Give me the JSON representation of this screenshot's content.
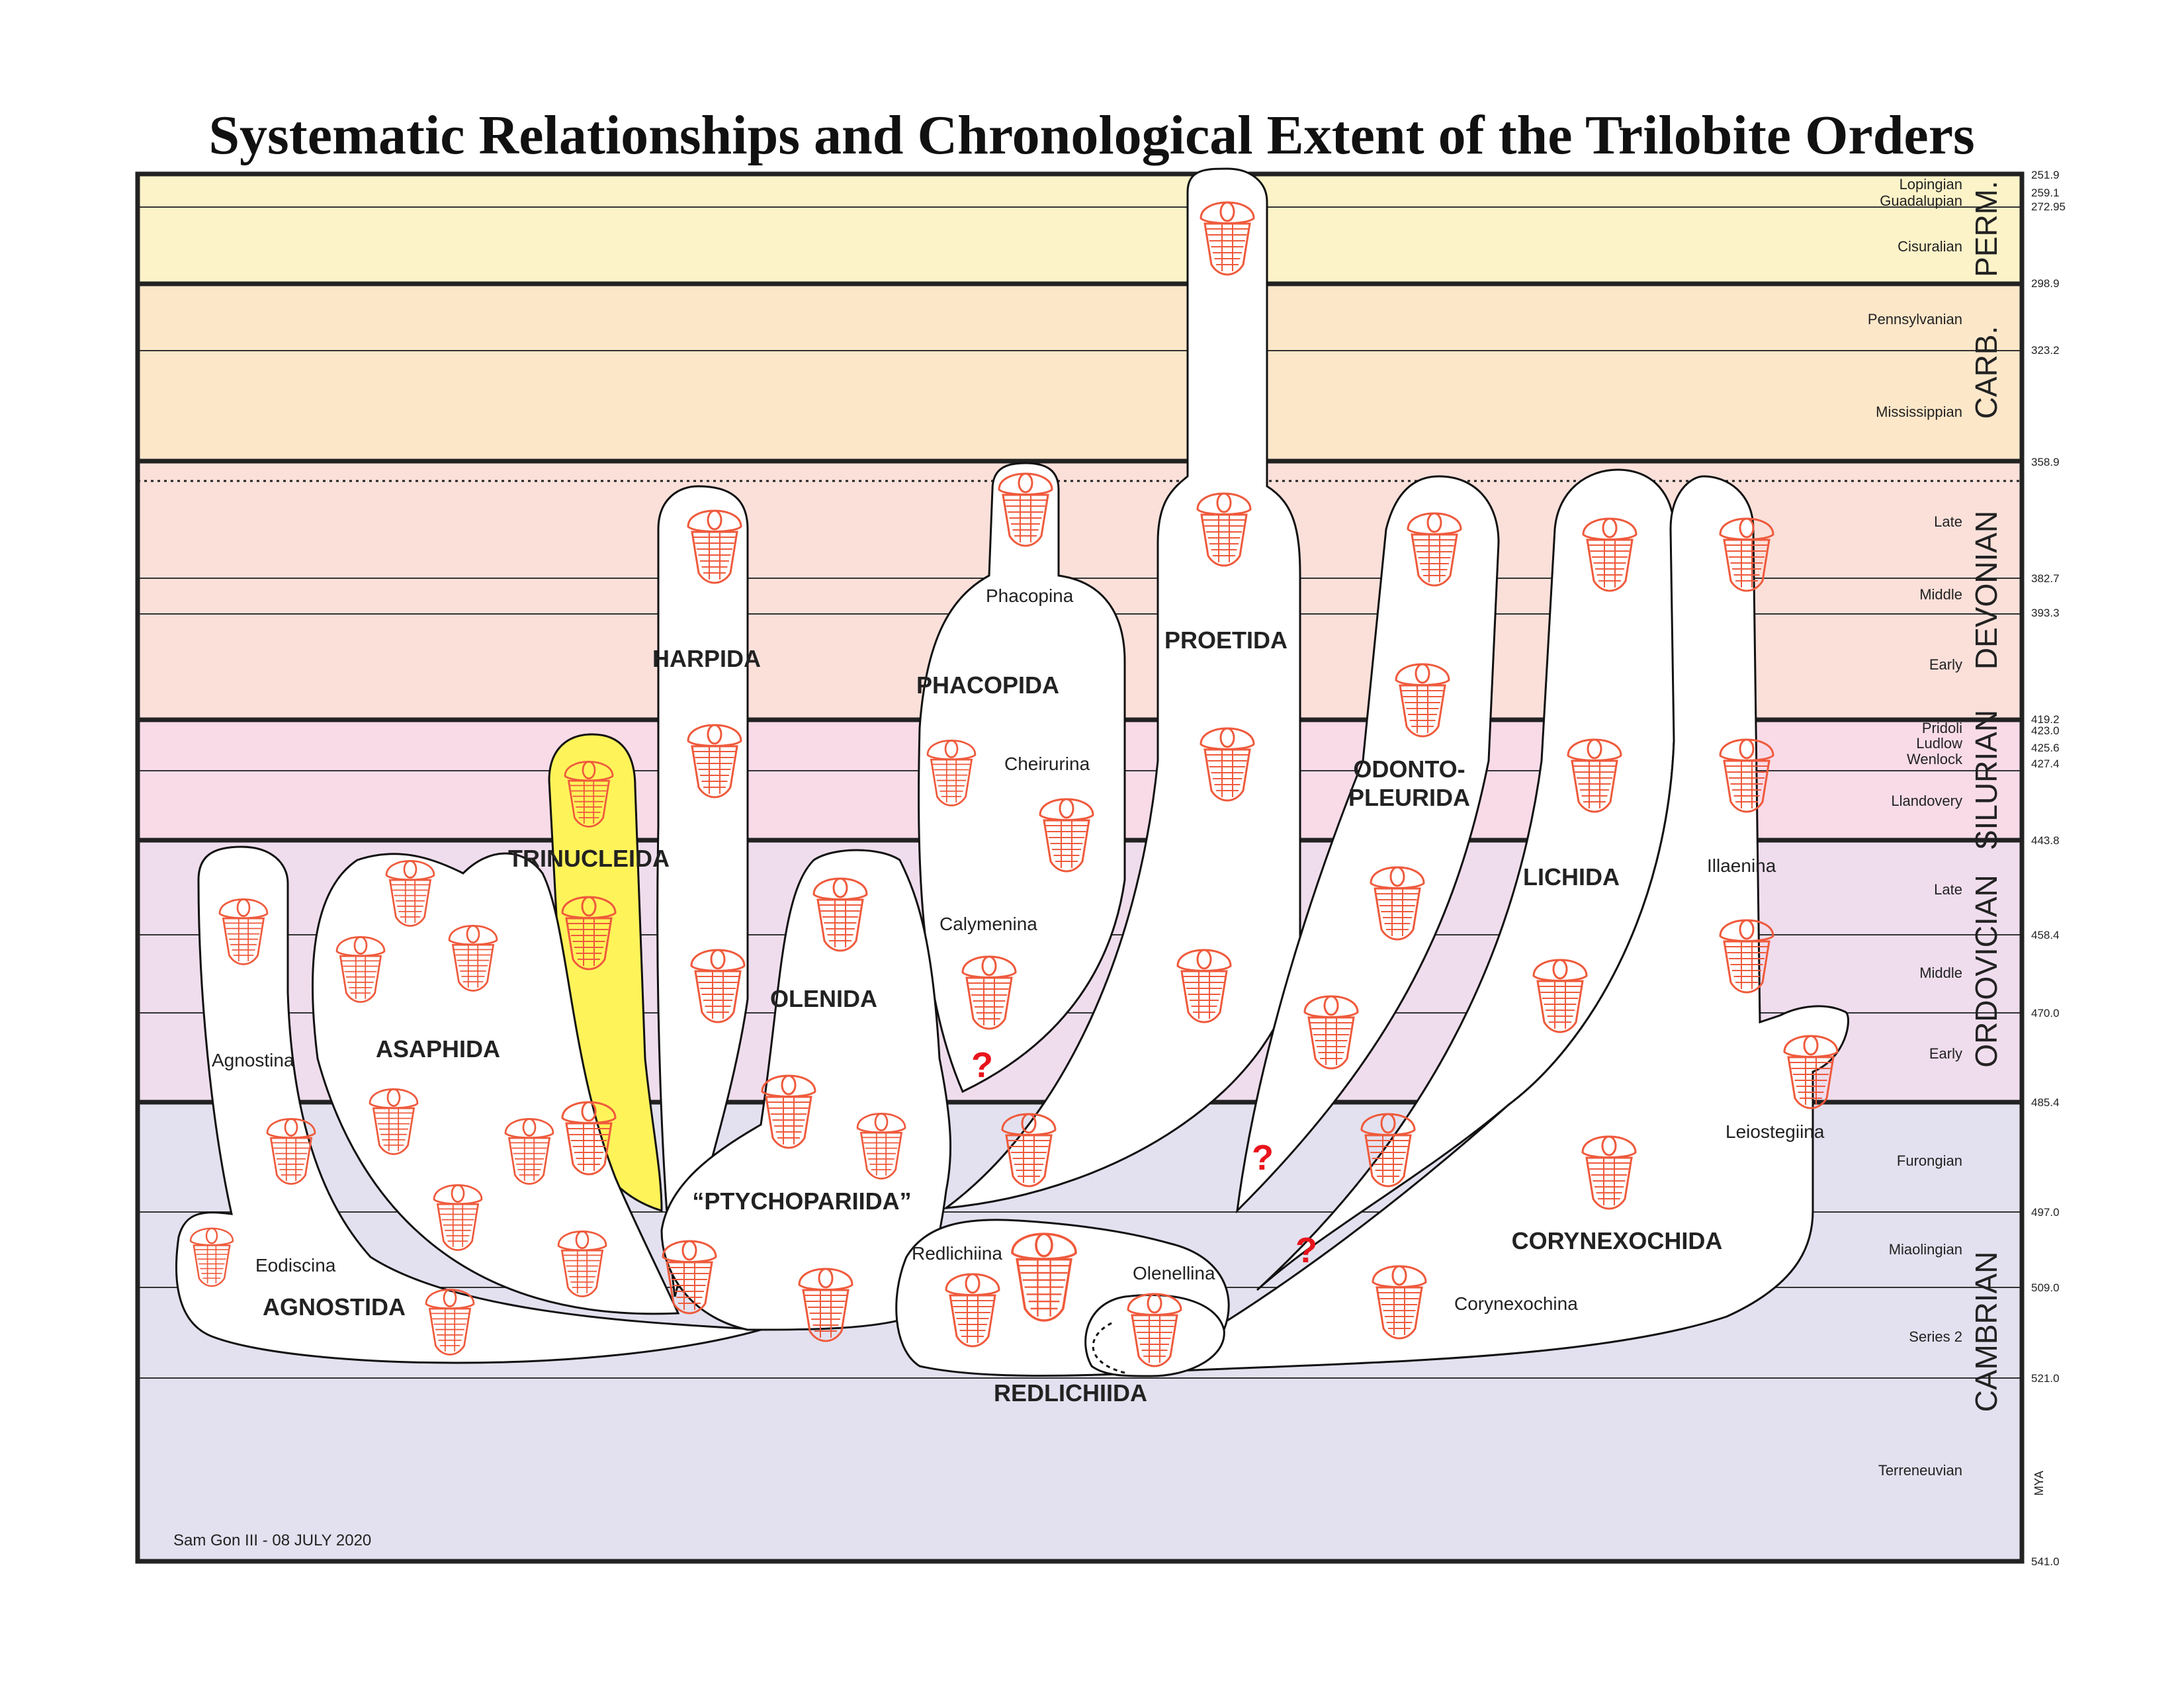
{
  "title": "Systematic Relationships and Chronological Extent of the Trilobite Orders",
  "credit": "Sam Gon III - 08 JULY 2020",
  "unit_label": "MYA",
  "colors": {
    "perm": "#fdf3c8",
    "carb": "#fde7c9",
    "devonian": "#fbe0da",
    "silurian": "#f9dbe8",
    "ordovician": "#efdded",
    "cambrian": "#e3e1ef",
    "lobe_fill": "#ffffff",
    "highlight": "#fff35a",
    "trilobite": "#ef5a3c",
    "question": "#e8141c"
  },
  "periods": [
    {
      "key": "perm",
      "label": "PERM."
    },
    {
      "key": "carb",
      "label": "CARB."
    },
    {
      "key": "devonian",
      "label": "DEVONIAN"
    },
    {
      "key": "silurian",
      "label": "SILURIAN"
    },
    {
      "key": "ordovician",
      "label": "ORDOVICIAN"
    },
    {
      "key": "cambrian",
      "label": "CAMBRIAN"
    }
  ],
  "epochs": [
    "Lopingian",
    "Guadalupian",
    "Cisuralian",
    "Pennsylvanian",
    "Mississippian",
    "Late",
    "Middle",
    "Early",
    "Pridoli",
    "Ludlow",
    "Wenlock",
    "Llandovery",
    "Late",
    "Middle",
    "Early",
    "Furongian",
    "Miaolingian",
    "Series 2",
    "Terreneuvian"
  ],
  "ages": [
    "251.9",
    "259.1",
    "272.95",
    "298.9",
    "323.2",
    "358.9",
    "382.7",
    "393.3",
    "419.2",
    "423.0",
    "425.6",
    "427.4",
    "443.8",
    "458.4",
    "470.0",
    "485.4",
    "497.0",
    "509.0",
    "521.0",
    "541.0"
  ],
  "orders": [
    "AGNOSTIDA",
    "ASAPHIDA",
    "TRINUCLEIDA",
    "HARPIDA",
    "OLENIDA",
    "“PTYCHOPARIIDA”",
    "PHACOPIDA",
    "PROETIDA",
    "ODONTO-",
    "PLEURIDA",
    "LICHIDA",
    "CORYNEXOCHIDA",
    "REDLICHIIDA"
  ],
  "suborders": [
    "Agnostina",
    "Eodiscina",
    "Phacopina",
    "Cheirurina",
    "Calymenina",
    "Redlichiina",
    "Olenellina",
    "Illaenina",
    "Leiostegiina",
    "Corynexochina"
  ],
  "highlighted_order": "TRINUCLEIDA",
  "question_marks": [
    "?",
    "?",
    "?"
  ]
}
